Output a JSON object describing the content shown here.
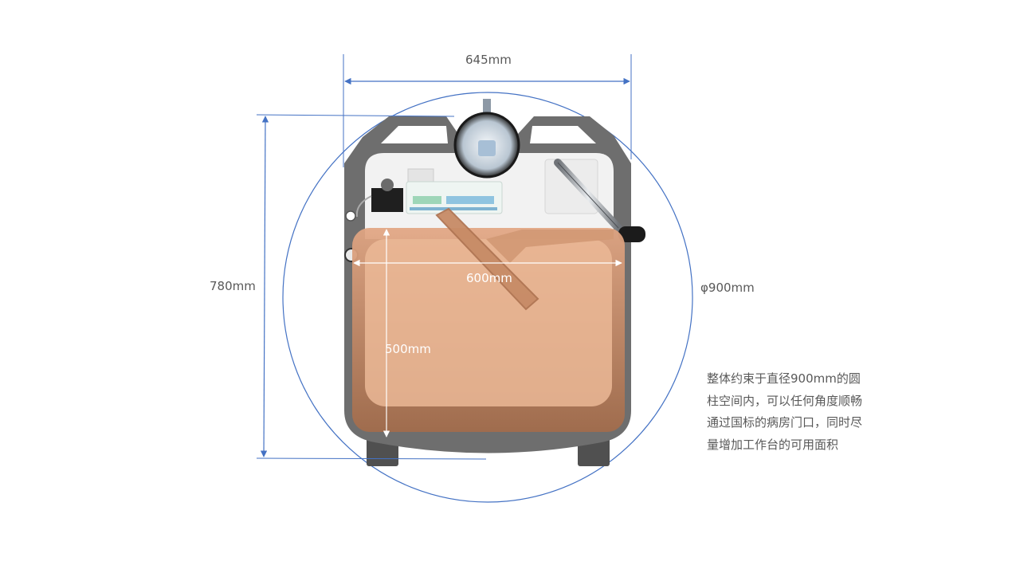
{
  "dimensions": {
    "width_top": "645mm",
    "height_total": "780mm",
    "circle_diameter": "φ900mm",
    "worktop_width": "600mm",
    "worktop_depth": "500mm"
  },
  "note": {
    "lines": [
      "整体约束于直径900mm的圆",
      "柱空间内，可以任何角度顺畅",
      "通过国标的病房门口，同时尽",
      "量增加工作台的可用面积"
    ]
  },
  "colors": {
    "dimension_line": "#4472c4",
    "cart_body": "#6e6e6e",
    "cart_inner": "#f2f2f2",
    "worktop": "#d7915f",
    "worktop_light": "#ebb997",
    "text": "#595959"
  }
}
